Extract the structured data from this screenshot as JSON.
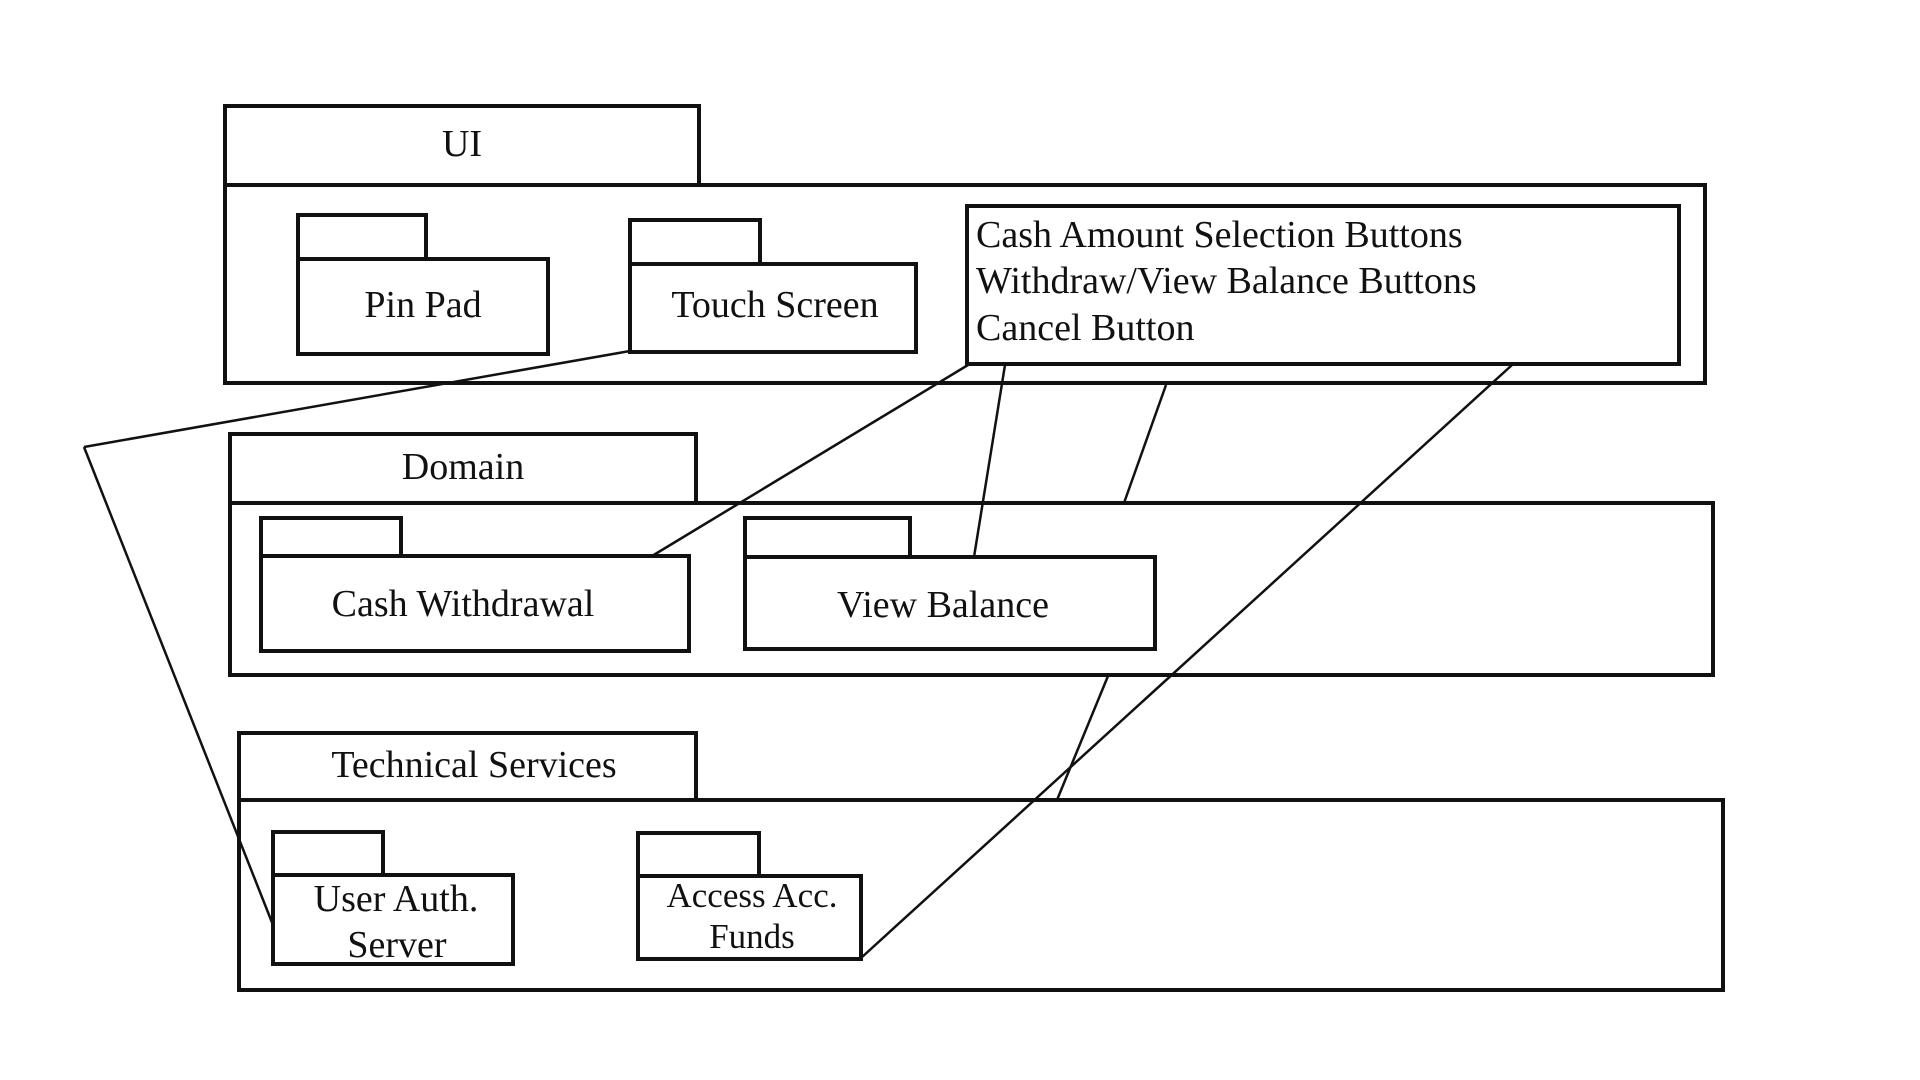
{
  "layers": {
    "ui": {
      "title": "UI",
      "pin_pad": "Pin Pad",
      "touch_screen": "Touch Screen",
      "note_lines": [
        "Cash Amount Selection Buttons",
        "Withdraw/View Balance Buttons",
        "Cancel Button"
      ]
    },
    "domain": {
      "title": "Domain",
      "cash_withdrawal": "Cash Withdrawal",
      "view_balance": "View Balance"
    },
    "technical_services": {
      "title": "Technical Services",
      "user_auth_server": [
        "User Auth.",
        "Server"
      ],
      "access_acc_funds": [
        "Access Acc.",
        "Funds"
      ]
    }
  }
}
